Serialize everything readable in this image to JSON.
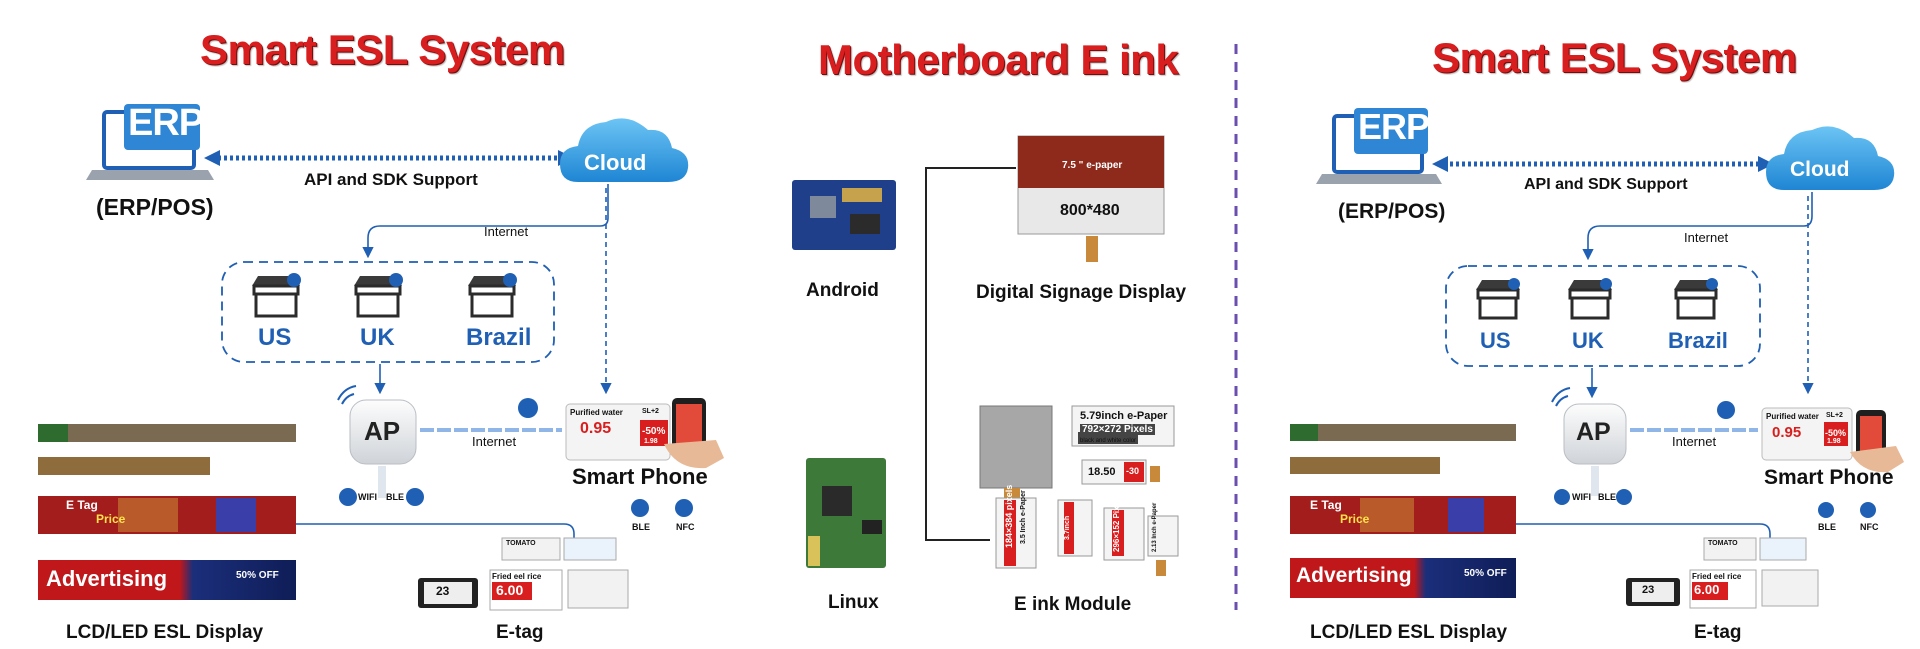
{
  "left": {
    "title": "Smart ESL System",
    "erp_logo": "ERP",
    "erp_label": "(ERP/POS)",
    "api_label": "API and SDK Support",
    "cloud_label": "Cloud",
    "internet_label_1": "Internet",
    "stores": [
      "US",
      "UK",
      "Brazil"
    ],
    "ap_label": "AP",
    "internet_label_2": "Internet",
    "smart_phone_label": "Smart Phone",
    "wifi_label": "WIFI",
    "ble_label": "BLE",
    "ble_label_2": "BLE",
    "nfc_label": "NFC",
    "lcd_label": "LCD/LED ESL Display",
    "etag_label": "E-tag",
    "strip_etag": "E Tag",
    "strip_price": "Price",
    "strip_advertising": "Advertising",
    "strip_off": "50% OFF",
    "product_name": "Purified water",
    "product_price": "0.95",
    "product_discount": "-50%",
    "product_old_price": "1.98",
    "product_size": "SL+2",
    "tag_fried_rice": "Fried eel rice",
    "tag_price_6": "6.00",
    "tag_price_23": "23",
    "tag_tomato": "TOMATO"
  },
  "center": {
    "title": "Motherboard E ink",
    "android_label": "Android",
    "linux_label": "Linux",
    "signage_label": "Digital Signage Display",
    "module_label": "E ink Module",
    "panel_size": "7.5 \" e-paper",
    "panel_res": "800*480",
    "module_579": "5.79inch e-Paper",
    "module_579_res": "792×272 Pixels",
    "module_579_sub": "black and white color",
    "module_price": "18.50",
    "module_discount": "-30",
    "module_35": "3.5 Inch e-Paper",
    "module_35_res": "184×384 pixels",
    "module_37": "3.7inch",
    "module_296": "296×152 Pixels",
    "module_small": "2.13 Inch e-Paper"
  },
  "right": {
    "title": "Smart ESL System",
    "erp_logo": "ERP",
    "erp_label": "(ERP/POS)",
    "api_label": "API and SDK Support",
    "cloud_label": "Cloud",
    "internet_label_1": "Internet",
    "stores": [
      "US",
      "UK",
      "Brazil"
    ],
    "ap_label": "AP",
    "internet_label_2": "Internet",
    "smart_phone_label": "Smart Phone",
    "wifi_label": "WIFI",
    "ble_label": "BLE",
    "ble_label_2": "BLE",
    "nfc_label": "NFC",
    "lcd_label": "LCD/LED ESL Display",
    "etag_label": "E-tag",
    "strip_etag": "E Tag",
    "strip_price": "Price",
    "strip_advertising": "Advertising",
    "strip_off": "50% OFF",
    "product_name": "Purified water",
    "product_price": "0.95",
    "product_discount": "-50%",
    "product_old_price": "1.98",
    "product_size": "SL+2",
    "tag_fried_rice": "Fried eel rice",
    "tag_price_6": "6.00",
    "tag_price_23": "23",
    "tag_tomato": "TOMATO"
  },
  "colors": {
    "title_red": "#d81e1e",
    "brand_blue": "#1f5fb4",
    "cloud_blue": "#2f9ee0",
    "divider_purple": "#6a4fb0",
    "panel_red": "#8e2a1c",
    "board_blue": "#1f3f8a",
    "board_green": "#3d7a3a"
  }
}
